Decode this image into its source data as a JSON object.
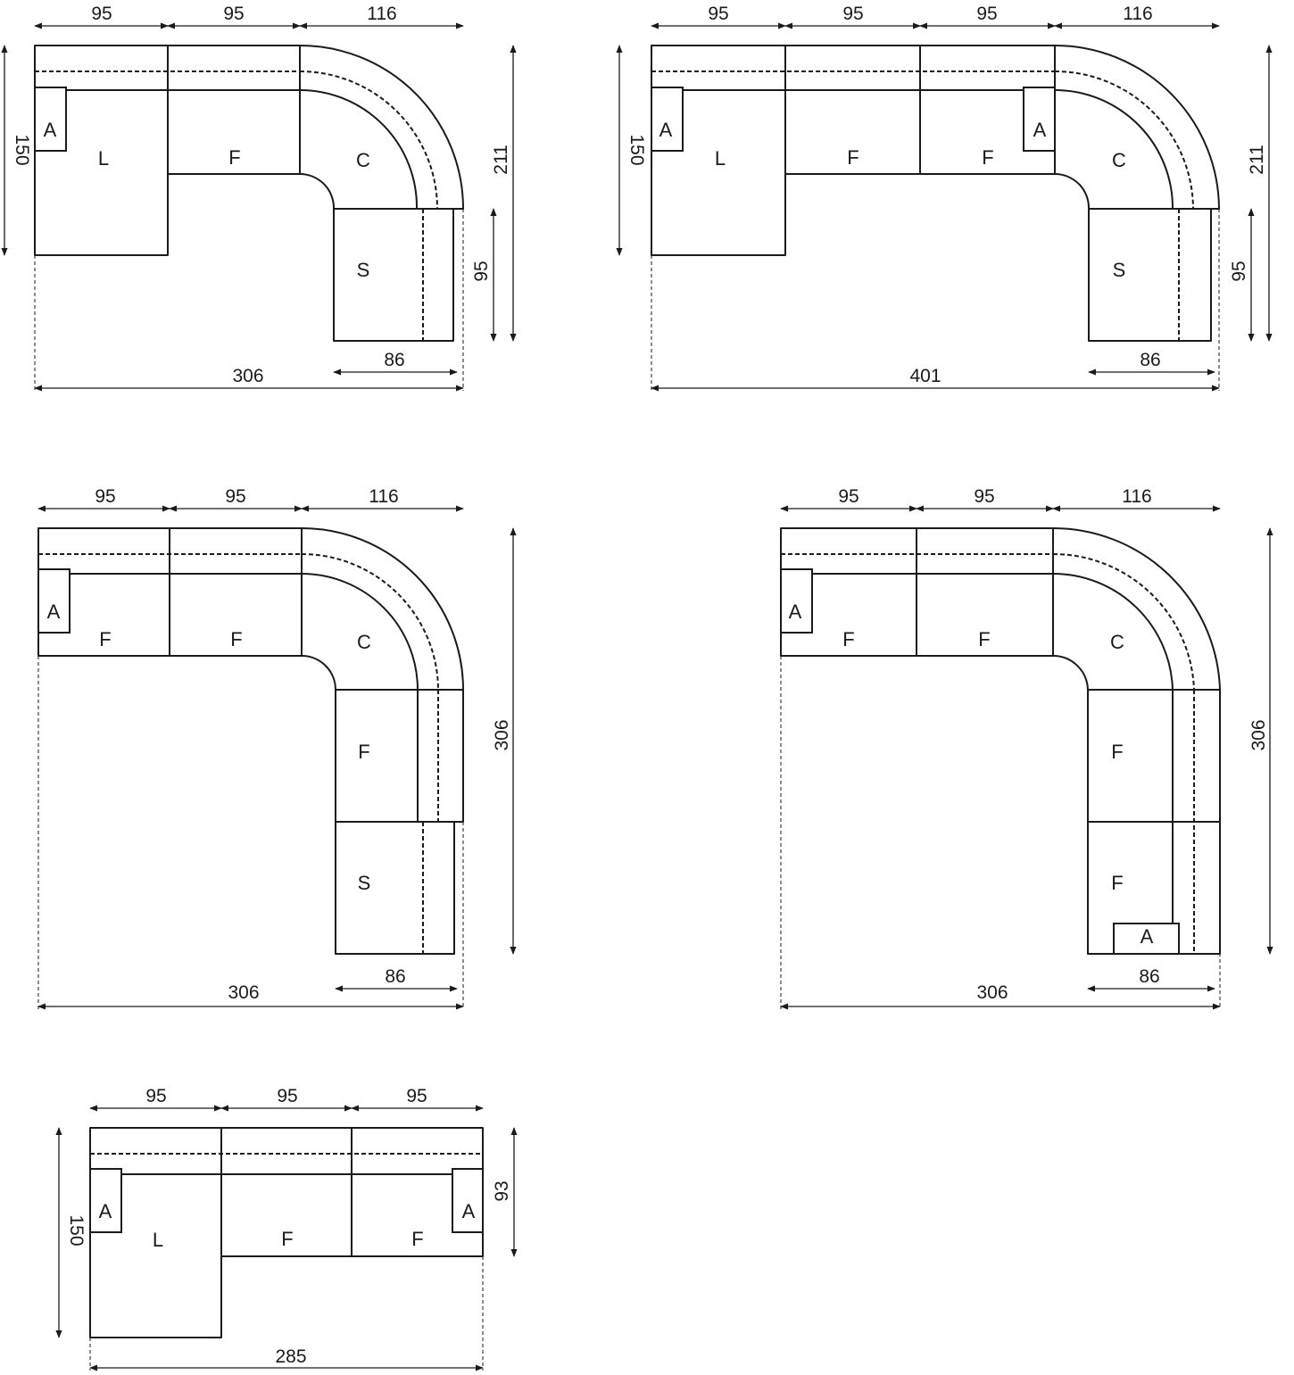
{
  "configs": [
    {
      "id": "config-1",
      "modules": {
        "A": "A",
        "L": "L",
        "F": "F",
        "C": "C",
        "S": "S"
      },
      "dims": {
        "top1": "95",
        "top2": "95",
        "top3": "116",
        "left": "150",
        "right_total": "211",
        "right_lower": "95",
        "bottom_inner": "86",
        "bottom_total": "306"
      }
    },
    {
      "id": "config-2",
      "modules": {
        "A1": "A",
        "L": "L",
        "F1": "F",
        "F2": "F",
        "A2": "A",
        "C": "C",
        "S": "S"
      },
      "dims": {
        "top1": "95",
        "top2": "95",
        "top3": "95",
        "top4": "116",
        "left": "150",
        "right_total": "211",
        "right_lower": "95",
        "bottom_inner": "86",
        "bottom_total": "401"
      }
    },
    {
      "id": "config-3",
      "modules": {
        "A": "A",
        "F1": "F",
        "F2": "F",
        "C": "C",
        "F3": "F",
        "S": "S"
      },
      "dims": {
        "top1": "95",
        "top2": "95",
        "top3": "116",
        "right_total": "306",
        "bottom_inner": "86",
        "bottom_total": "306"
      }
    },
    {
      "id": "config-4",
      "modules": {
        "A1": "A",
        "F1": "F",
        "F2": "F",
        "C": "C",
        "F3": "F",
        "F4": "F",
        "A2": "A"
      },
      "dims": {
        "top1": "95",
        "top2": "95",
        "top3": "116",
        "right_total": "306",
        "bottom_inner": "86",
        "bottom_total": "306"
      }
    },
    {
      "id": "config-5",
      "modules": {
        "A1": "A",
        "L": "L",
        "F1": "F",
        "F2": "F",
        "A2": "A"
      },
      "dims": {
        "top1": "95",
        "top2": "95",
        "top3": "95",
        "left": "150",
        "right": "93",
        "bottom_total": "285"
      }
    }
  ]
}
